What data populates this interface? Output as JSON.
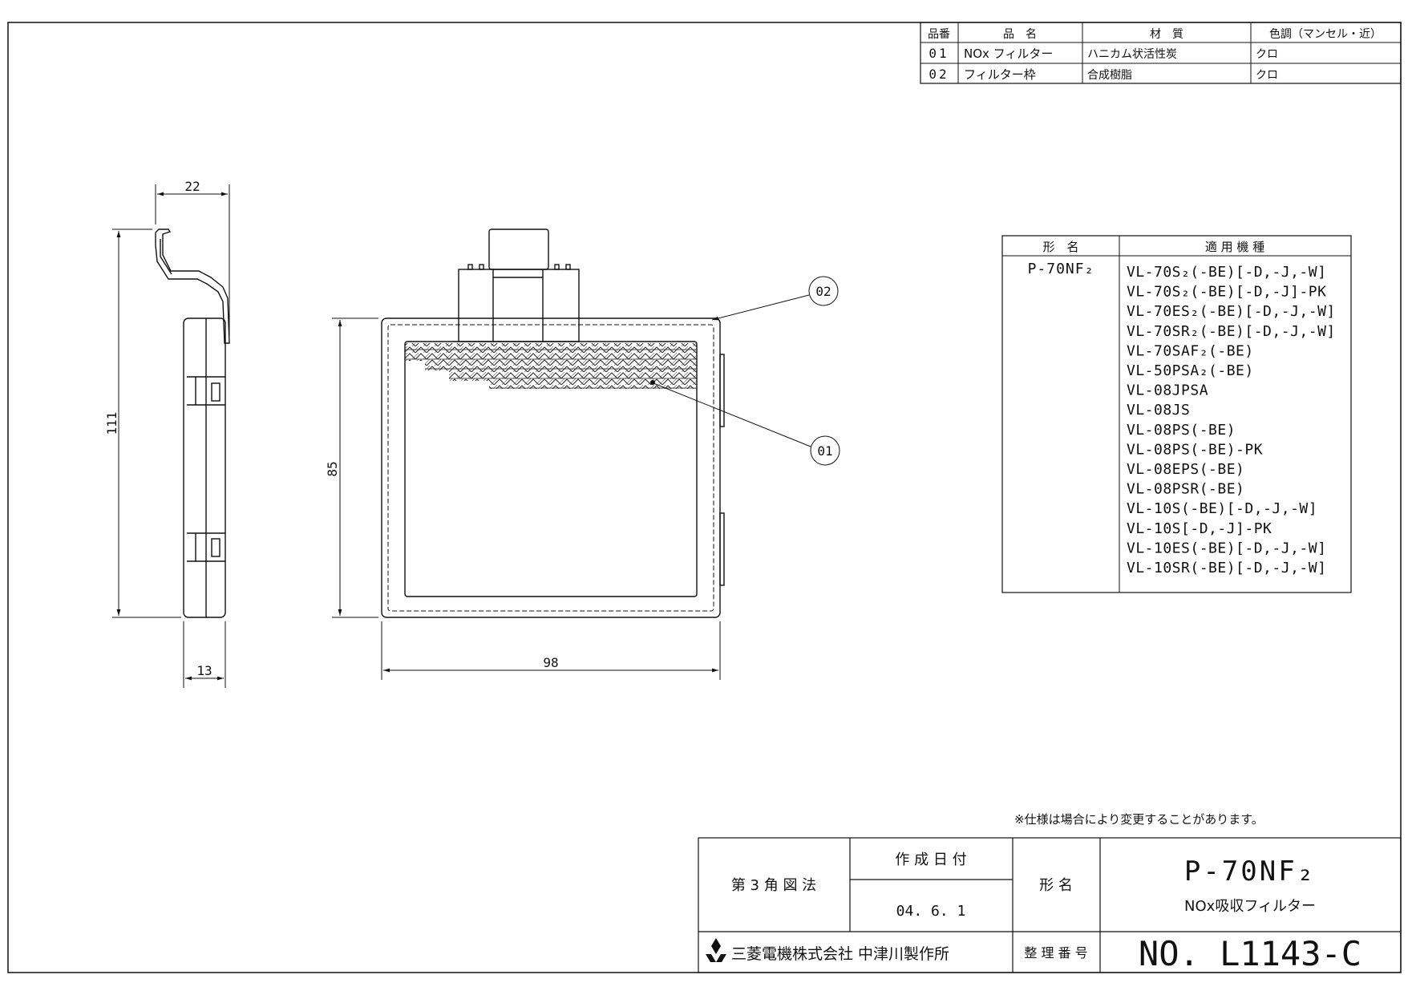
{
  "parts_table": {
    "headers": [
      "品番",
      "品　名",
      "材　質",
      "色調（マンセル・近）"
    ],
    "rows": [
      [
        "01",
        "NOx フィルター",
        "ハニカム状活性炭",
        "クロ"
      ],
      [
        "02",
        "フィルター枠",
        "合成樹脂",
        "クロ"
      ]
    ]
  },
  "models_table": {
    "headers": [
      "形　名",
      "適 用 機 種"
    ],
    "model_name": "P-70NF₂",
    "applicable": [
      "VL-70S₂(-BE)[-D,-J,-W]",
      "VL-70S₂(-BE)[-D,-J]-PK",
      "VL-70ES₂(-BE)[-D,-J,-W]",
      "VL-70SR₂(-BE)[-D,-J,-W]",
      "VL-70SAF₂(-BE)",
      "VL-50PSA₂(-BE)",
      "VL-08JPSA",
      "VL-08JS",
      "VL-08PS(-BE)",
      "VL-08PS(-BE)-PK",
      "VL-08EPS(-BE)",
      "VL-08PSR(-BE)",
      "VL-10S(-BE)[-D,-J,-W]",
      "VL-10S[-D,-J]-PK",
      "VL-10ES(-BE)[-D,-J,-W]",
      "VL-10SR(-BE)[-D,-J,-W]"
    ]
  },
  "dimensions": {
    "side_width": "22",
    "side_height": "111",
    "side_depth": "13",
    "front_height": "85",
    "front_width": "98"
  },
  "callouts": {
    "frame": "02",
    "filter": "01"
  },
  "note": "※仕様は場合により変更することがあります。",
  "title_block": {
    "projection": "第 3 角 図 法",
    "date_label": "作 成 日 付",
    "date": "04. 6. 1",
    "name_label": "形 名",
    "model": "P-70NF₂",
    "product": "NOx吸収フィルター",
    "company": "三菱電機株式会社 中津川製作所",
    "control_label": "整 理 番 号",
    "drawing_no": "NO. L1143-C"
  }
}
